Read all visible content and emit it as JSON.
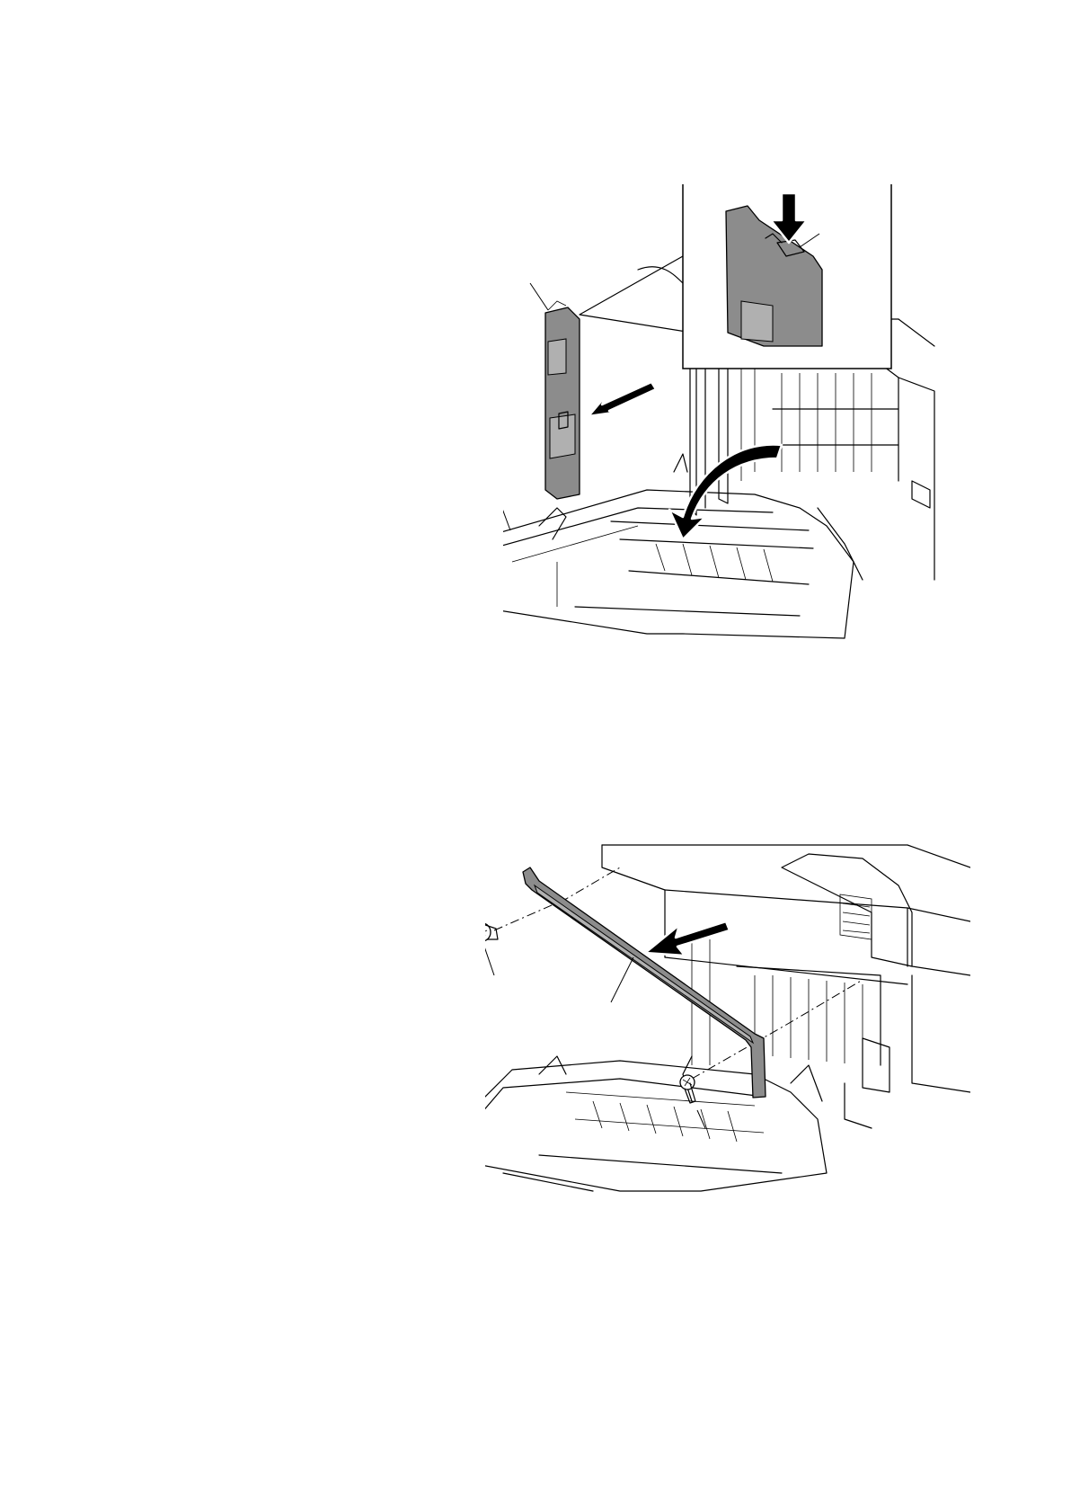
{
  "figures": [
    {
      "id": "cover-removal",
      "inset": true
    },
    {
      "id": "rail-removal",
      "screw_count": 2
    }
  ]
}
